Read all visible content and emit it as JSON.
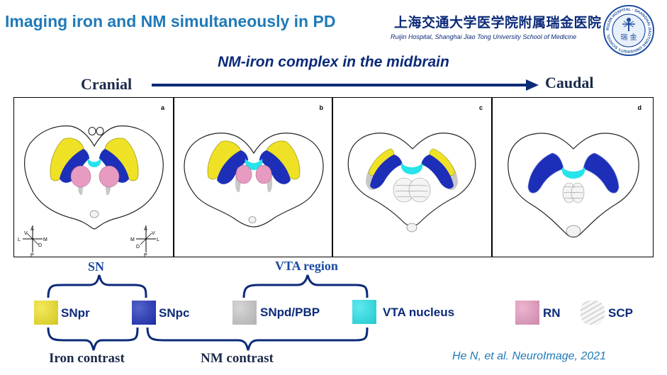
{
  "header": {
    "title": "Imaging iron and NM simultaneously in PD",
    "hospital_cn": "上海交通大学医学院附属瑞金医院",
    "hospital_en": "Ruijin Hospital, Shanghai Jiao Tong University School of Medicine",
    "logo_text": "RUIJIN HOSPITAL · SHANGHAI JIAOTONG UNIVERSITY SCHOOL OF MEDICINE",
    "logo_glyphs": "瑞 金"
  },
  "subtitle": "NM-iron complex in the midbrain",
  "axis": {
    "left": "Cranial",
    "right": "Caudal"
  },
  "panels": [
    {
      "label": "a"
    },
    {
      "label": "b"
    },
    {
      "label": "c"
    },
    {
      "label": "d"
    }
  ],
  "orientation": {
    "A": "A",
    "P": "P",
    "V": "V",
    "D": "D",
    "L": "L",
    "M": "M"
  },
  "groups": {
    "sn": "SN",
    "vta_region": "VTA region",
    "iron_contrast": "Iron contrast",
    "nm_contrast": "NM contrast"
  },
  "legend": [
    {
      "key": "snpr",
      "label": "SNpr",
      "color": "#efe226"
    },
    {
      "key": "snpc",
      "label": "SNpc",
      "color": "#1d2fb8"
    },
    {
      "key": "snpd",
      "label": "SNpd/PBP",
      "color": "#c8c8c8"
    },
    {
      "key": "vta",
      "label": "VTA nucleus",
      "color": "#27e3ea"
    },
    {
      "key": "rn",
      "label": "RN",
      "color": "#e79bc0"
    },
    {
      "key": "scp",
      "label": "SCP",
      "color": "#dcdcdc"
    }
  ],
  "citation": "He N, et al. NeuroImage, 2021",
  "colors": {
    "title": "#1f7ab8",
    "navy": "#0b2a78",
    "snpr": "#efe226",
    "snpc": "#1d2fb8",
    "vta": "#27e3ea",
    "rn": "#e79bc0",
    "gray": "#c8c8c8"
  }
}
